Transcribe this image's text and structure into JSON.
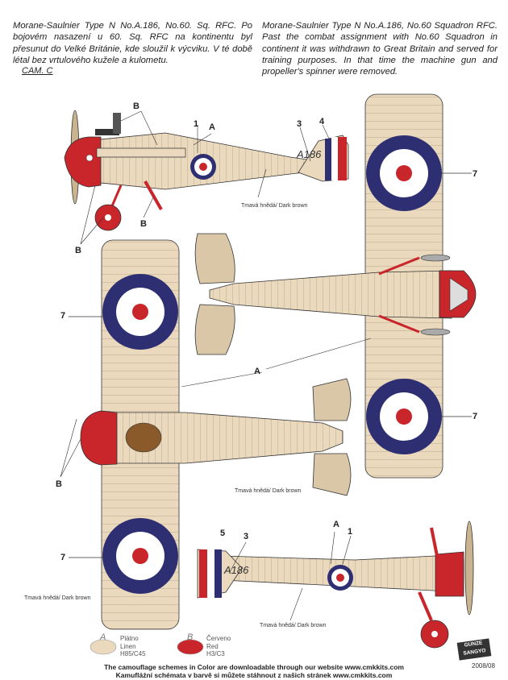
{
  "caption_cz": "Morane-Saulnier Type N No.A.186, No.60. Sq. RFC. Po bojovém nasazení u 60. Sq. RFC na kontinentu byl přesunut do Velké Británie, kde sloužil k výcviku. V té době létal bez vrtulového kužele a kulometu.",
  "caption_en": "Morane-Saulnier Type N No.A.186, No.60 Squadron RFC. Past the combat assignment with No.60 Squadron in continent it was withdrawn to Great Britain and served for training purposes. In that time the machine gun and propeller's spinner were removed.",
  "scheme_label": "CAM. C",
  "serial": "A186",
  "callouts": {
    "a": "A",
    "b": "B",
    "n1": "1",
    "n3": "3",
    "n4": "4",
    "n5": "5",
    "n7": "7"
  },
  "dark_brown": "Tmavá hnědá/ Dark brown",
  "legend": {
    "a": {
      "letter": "A",
      "line1": "Plátno",
      "line2": "Linen",
      "line3": "H85/C45",
      "color": "#ead9bd"
    },
    "b": {
      "letter": "B",
      "line1": "Červeno",
      "line2": "Red",
      "line3": "H3/C3",
      "color": "#c8262b"
    }
  },
  "footer1": "The camouflage schemes in Color are downloadable through our website www.cmkkits.com",
  "footer2": "Kamufláźní schémata v barvě si můžete stáhnout z našich stránek www.cmkkits.com",
  "date": "2008/08",
  "logo_text": "GUNZE SANGYO",
  "colors": {
    "linen": "#ead9bd",
    "red": "#c8262b",
    "blue": "#2e2f72",
    "brown": "#d9c7a8"
  }
}
